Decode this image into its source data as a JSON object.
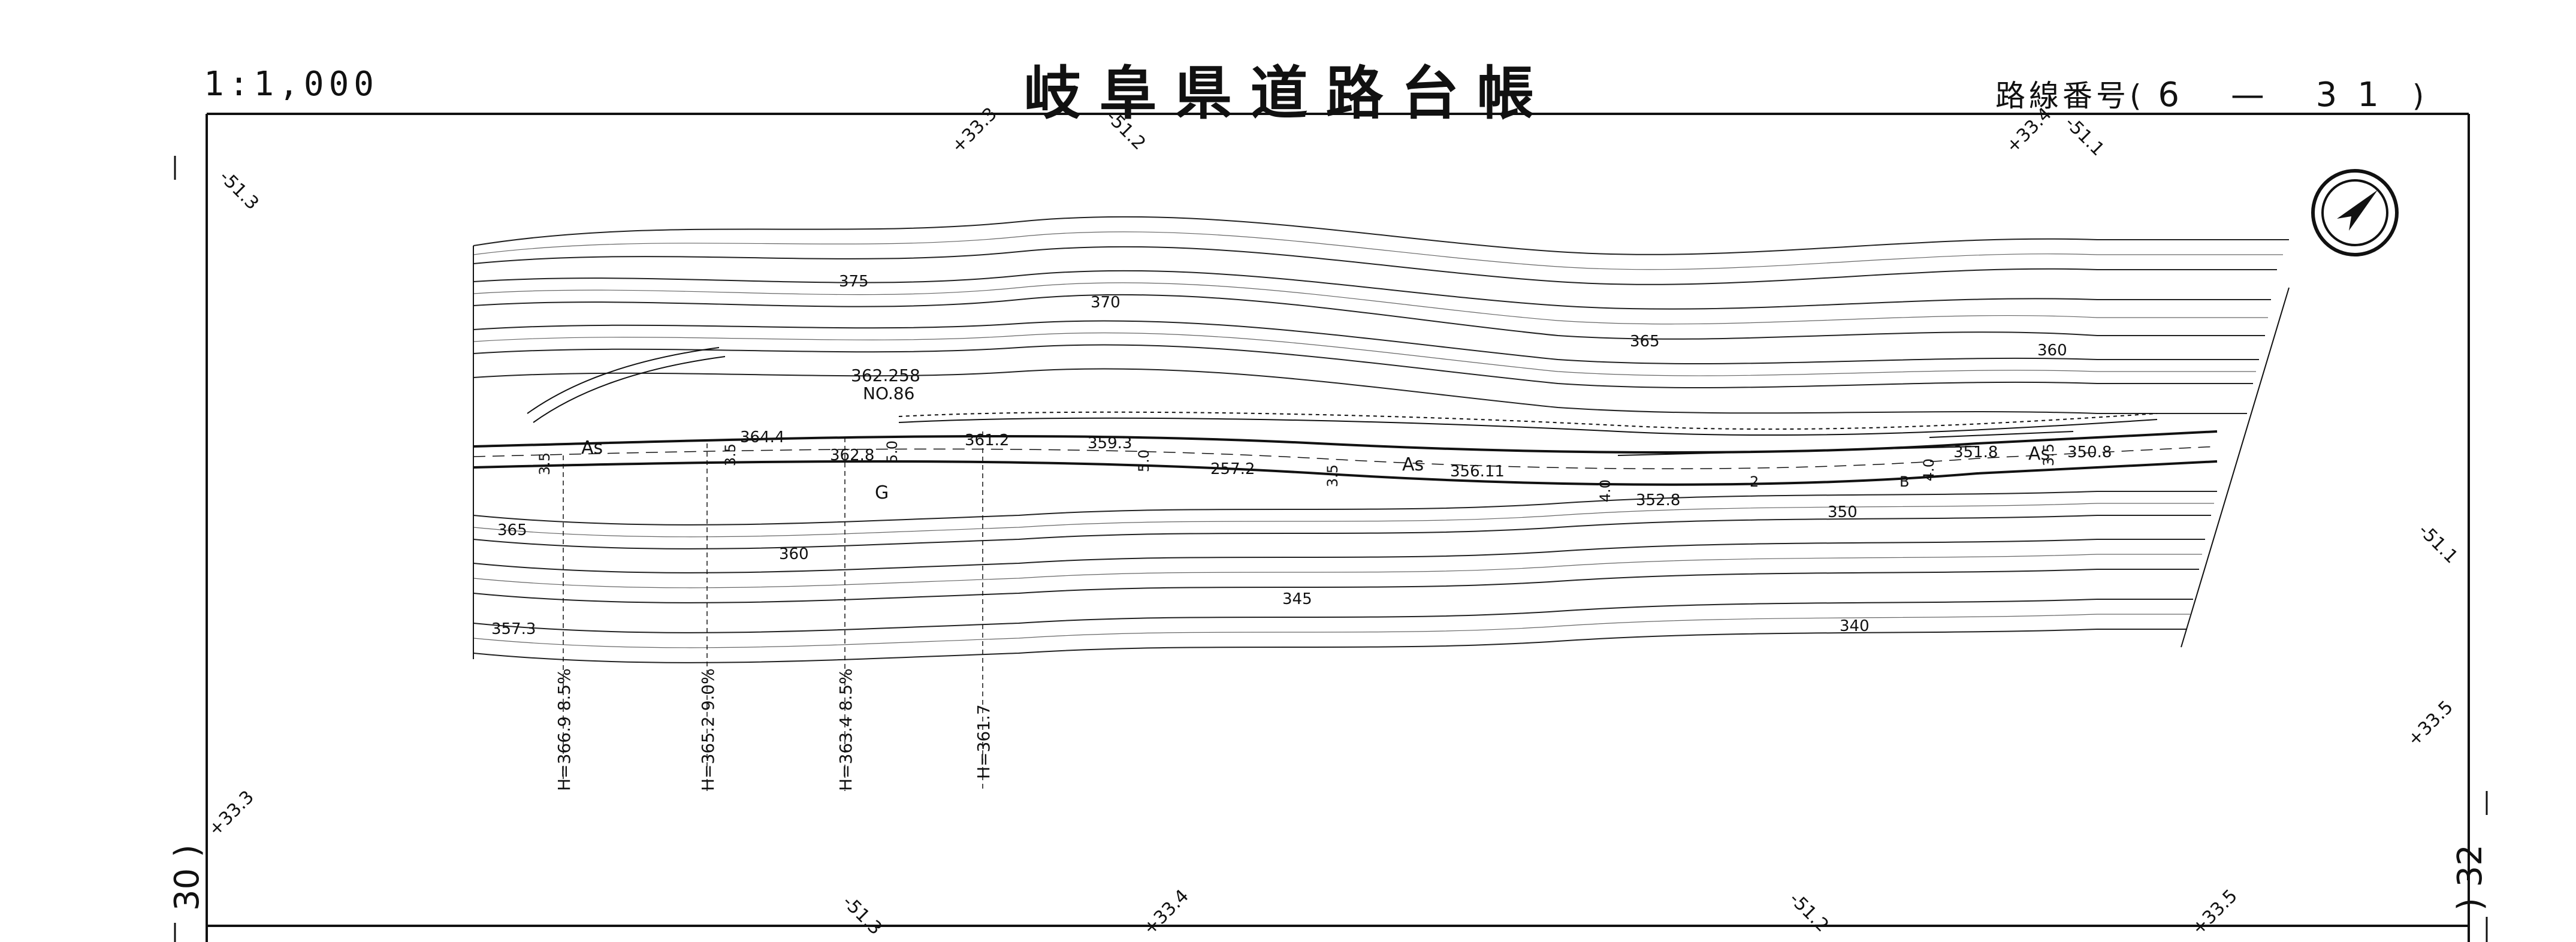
{
  "header": {
    "scale": "1:1,000",
    "title": "岐阜県道路台帳",
    "route_label": "路線番号(",
    "route_value": "6 — 31",
    "route_close": ")"
  },
  "adjacent_sheets": {
    "left": "30 )",
    "right": ") 32"
  },
  "north_arrow": "north-arrow",
  "grid_labels": [
    "+33.3",
    "-51.2",
    "+33.4",
    "-51.1",
    "-51.3",
    "-51.1",
    "+33.5",
    "+33.3",
    "-51.3",
    "+33.4",
    "-51.2",
    "+33.5"
  ],
  "contours": [
    "375",
    "370",
    "365",
    "360",
    "365",
    "360",
    "357.3",
    "345",
    "340",
    "350"
  ],
  "spot_elevations": [
    "364.4",
    "362.8",
    "361.2",
    "359.3",
    "257.2",
    "356.11",
    "352.8",
    "351.8",
    "350.8"
  ],
  "benchmark": {
    "elevation": "362.258",
    "number": "NO.86"
  },
  "surface_labels": [
    "As",
    "As",
    "As"
  ],
  "road_widths": [
    "3.5",
    "3.5",
    "5.0",
    "5.0",
    "3.5",
    "4.0",
    "4.0",
    "3.5",
    "2"
  ],
  "grade_markers": [
    {
      "height": "H=366.9",
      "grade": "8.5%"
    },
    {
      "height": "H=365.2",
      "grade": "9.0%"
    },
    {
      "height": "H=363.4",
      "grade": "8.5%"
    },
    {
      "height": "H=361.7",
      "grade": ""
    }
  ],
  "misc_symbols": [
    "G",
    "B"
  ]
}
